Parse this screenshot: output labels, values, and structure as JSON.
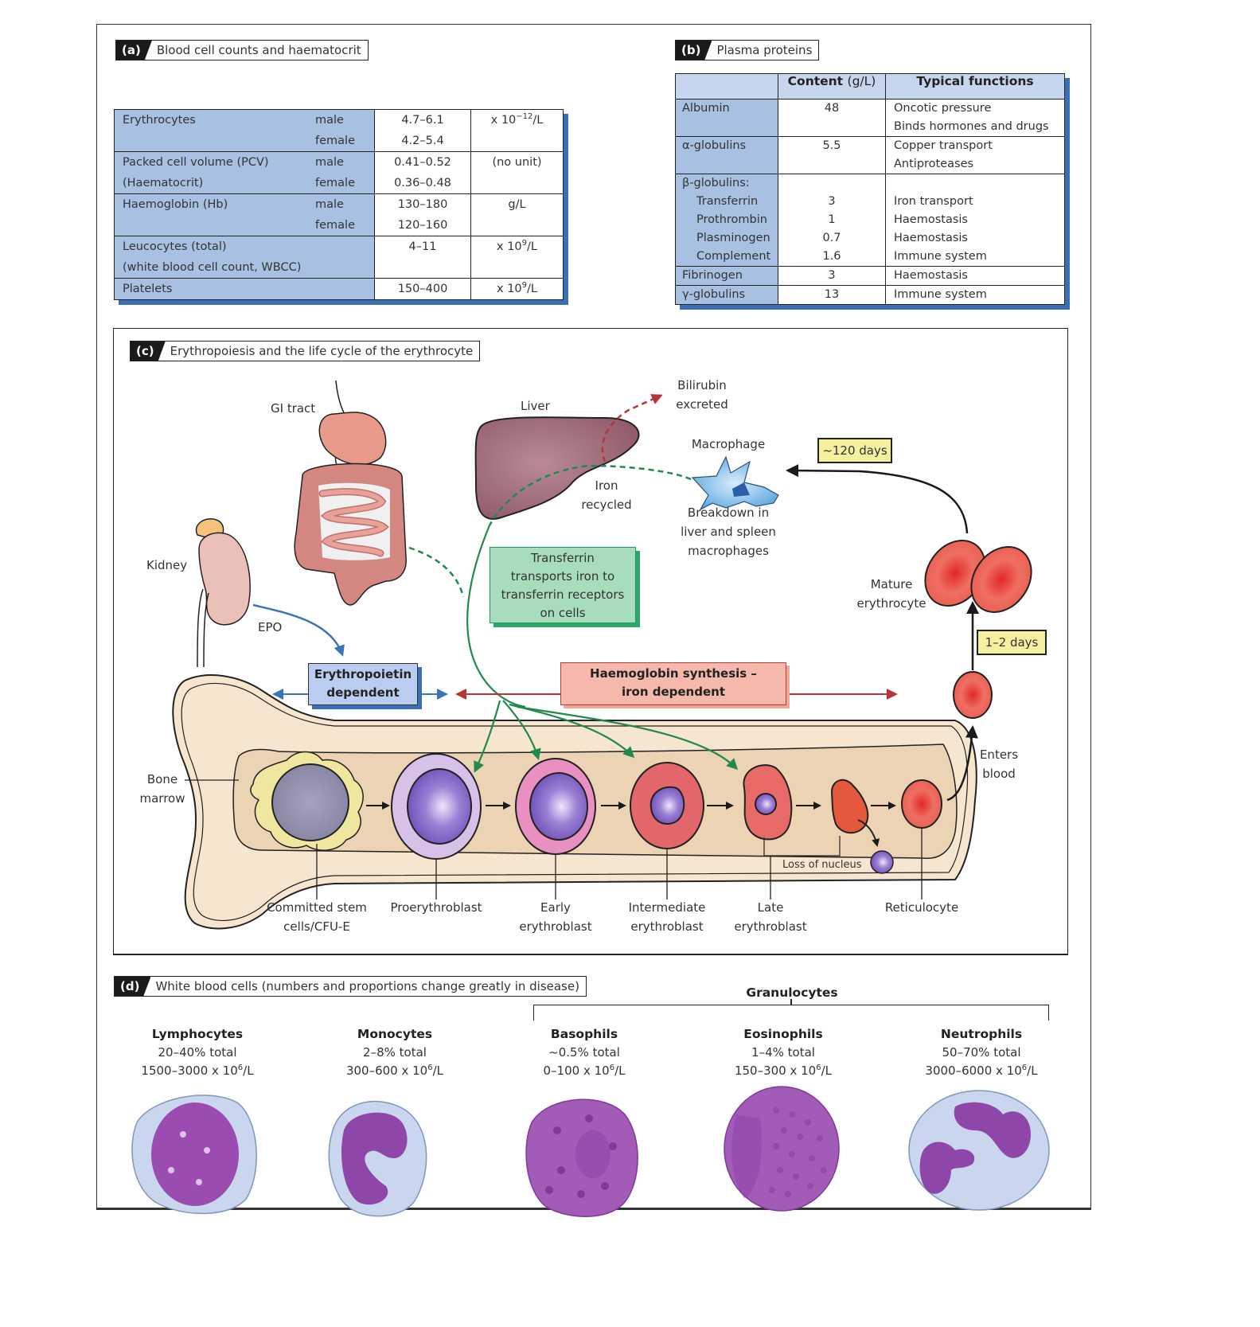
{
  "panel_a": {
    "letter": "(a)",
    "title": "Blood cell counts and haematocrit",
    "rows": [
      {
        "label_lines": [
          "Erythrocytes",
          ""
        ],
        "sexes": [
          "male",
          "female"
        ],
        "values": [
          "4.7–6.1",
          "4.2–5.4"
        ],
        "unit_base": "x 10",
        "unit_exp": "−12",
        "unit_tail": "/L"
      },
      {
        "label_lines": [
          "Packed cell volume (PCV)",
          "(Haematocrit)"
        ],
        "sexes": [
          "male",
          "female"
        ],
        "values": [
          "0.41–0.52",
          "0.36–0.48"
        ],
        "unit_base": "(no unit)",
        "unit_exp": "",
        "unit_tail": ""
      },
      {
        "label_lines": [
          "Haemoglobin (Hb)",
          ""
        ],
        "sexes": [
          "male",
          "female"
        ],
        "values": [
          "130–180",
          "120–160"
        ],
        "unit_base": "g/L",
        "unit_exp": "",
        "unit_tail": ""
      },
      {
        "label_lines": [
          "Leucocytes (total)",
          "(white blood cell count, WBCC)"
        ],
        "sexes": [
          "",
          ""
        ],
        "values": [
          "4–11",
          ""
        ],
        "unit_base": "x 10",
        "unit_exp": "9",
        "unit_tail": "/L"
      },
      {
        "label_lines": [
          "Platelets"
        ],
        "sexes": [
          ""
        ],
        "values": [
          "150–400"
        ],
        "unit_base": "x 10",
        "unit_exp": "9",
        "unit_tail": "/L"
      }
    ]
  },
  "panel_b": {
    "letter": "(b)",
    "title": "Plasma proteins",
    "headers": {
      "blank": "",
      "content": "Content",
      "content_unit": "(g/L)",
      "functions": "Typical functions"
    },
    "rows": [
      {
        "labels": [
          {
            "text": "Albumin",
            "indent": false
          },
          {
            "text": "",
            "indent": false
          }
        ],
        "values": [
          "48",
          ""
        ],
        "functions": [
          "Oncotic pressure",
          "Binds hormones and drugs"
        ]
      },
      {
        "labels": [
          {
            "text": "α-globulins",
            "indent": false
          },
          {
            "text": "",
            "indent": false
          }
        ],
        "values": [
          "5.5",
          ""
        ],
        "functions": [
          "Copper transport",
          "Antiproteases"
        ]
      },
      {
        "labels": [
          {
            "text": "β-globulins:",
            "indent": false
          },
          {
            "text": "Transferrin",
            "indent": true
          },
          {
            "text": "Prothrombin",
            "indent": true
          },
          {
            "text": "Plasminogen",
            "indent": true
          },
          {
            "text": "Complement",
            "indent": true
          }
        ],
        "values": [
          "",
          "3",
          "1",
          "0.7",
          "1.6"
        ],
        "functions": [
          "",
          "Iron transport",
          "Haemostasis",
          "Haemostasis",
          "Immune system"
        ]
      },
      {
        "labels": [
          {
            "text": "Fibrinogen",
            "indent": false
          }
        ],
        "values": [
          "3"
        ],
        "functions": [
          "Haemostasis"
        ]
      },
      {
        "labels": [
          {
            "text": "γ-globulins",
            "indent": false
          }
        ],
        "values": [
          "13"
        ],
        "functions": [
          "Immune system"
        ]
      }
    ]
  },
  "panel_c": {
    "letter": "(c)",
    "title": "Erythropoiesis and the life cycle of the erythrocyte",
    "organs": {
      "gi_tract": "GI tract",
      "liver": "Liver",
      "kidney": "Kidney",
      "bone_marrow": [
        "Bone",
        "marrow"
      ]
    },
    "flow_labels": {
      "bilirubin": [
        "Bilirubin",
        "excreted"
      ],
      "macrophage": "Macrophage",
      "iron_recycled": [
        "Iron",
        "recycled"
      ],
      "breakdown": [
        "Breakdown in",
        "liver and spleen",
        "macrophages"
      ],
      "epo": "EPO",
      "mature": [
        "Mature",
        "erythrocyte"
      ],
      "enters_blood": [
        "Enters",
        "blood"
      ],
      "loss_of_nucleus": "Loss of nucleus"
    },
    "boxes": {
      "transferrin": [
        "Transferrin",
        "transports iron to",
        "transferrin receptors",
        "on cells"
      ],
      "epo_dependent": [
        "Erythropoietin",
        "dependent"
      ],
      "hb_synthesis": [
        "Haemoglobin synthesis –",
        "iron dependent"
      ],
      "lifespan": "~120 days",
      "maturation": "1–2 days"
    },
    "stages": [
      {
        "name": [
          "Committed stem",
          "cells/CFU-E"
        ]
      },
      {
        "name": [
          "Proerythroblast"
        ]
      },
      {
        "name": [
          "Early",
          "erythroblast"
        ]
      },
      {
        "name": [
          "Intermediate",
          "erythroblast"
        ]
      },
      {
        "name": [
          "Late",
          "erythroblast"
        ]
      },
      {
        "name": [
          "Reticulocyte"
        ]
      }
    ],
    "colors": {
      "blue_arrow": "#3a74b8",
      "red_arrow": "#b8343b",
      "green_arrow": "#1f8a4c"
    }
  },
  "panel_d": {
    "letter": "(d)",
    "title": "White blood cells (numbers and proportions change greatly in disease)",
    "group_label": "Granulocytes",
    "cells": [
      {
        "name": "Lymphocytes",
        "percent": "20–40% total",
        "count_base": "1500–3000 x 10",
        "count_exp": "6",
        "count_tail": "/L"
      },
      {
        "name": "Monocytes",
        "percent": "2–8% total",
        "count_base": "300–600 x 10",
        "count_exp": "6",
        "count_tail": "/L"
      },
      {
        "name": "Basophils",
        "percent": "~0.5% total",
        "count_base": "0–100 x 10",
        "count_exp": "6",
        "count_tail": "/L"
      },
      {
        "name": "Eosinophils",
        "percent": "1–4% total",
        "count_base": "150–300 x 10",
        "count_exp": "6",
        "count_tail": "/L"
      },
      {
        "name": "Neutrophils",
        "percent": "50–70% total",
        "count_base": "3000–6000 x 10",
        "count_exp": "6",
        "count_tail": "/L"
      }
    ]
  }
}
